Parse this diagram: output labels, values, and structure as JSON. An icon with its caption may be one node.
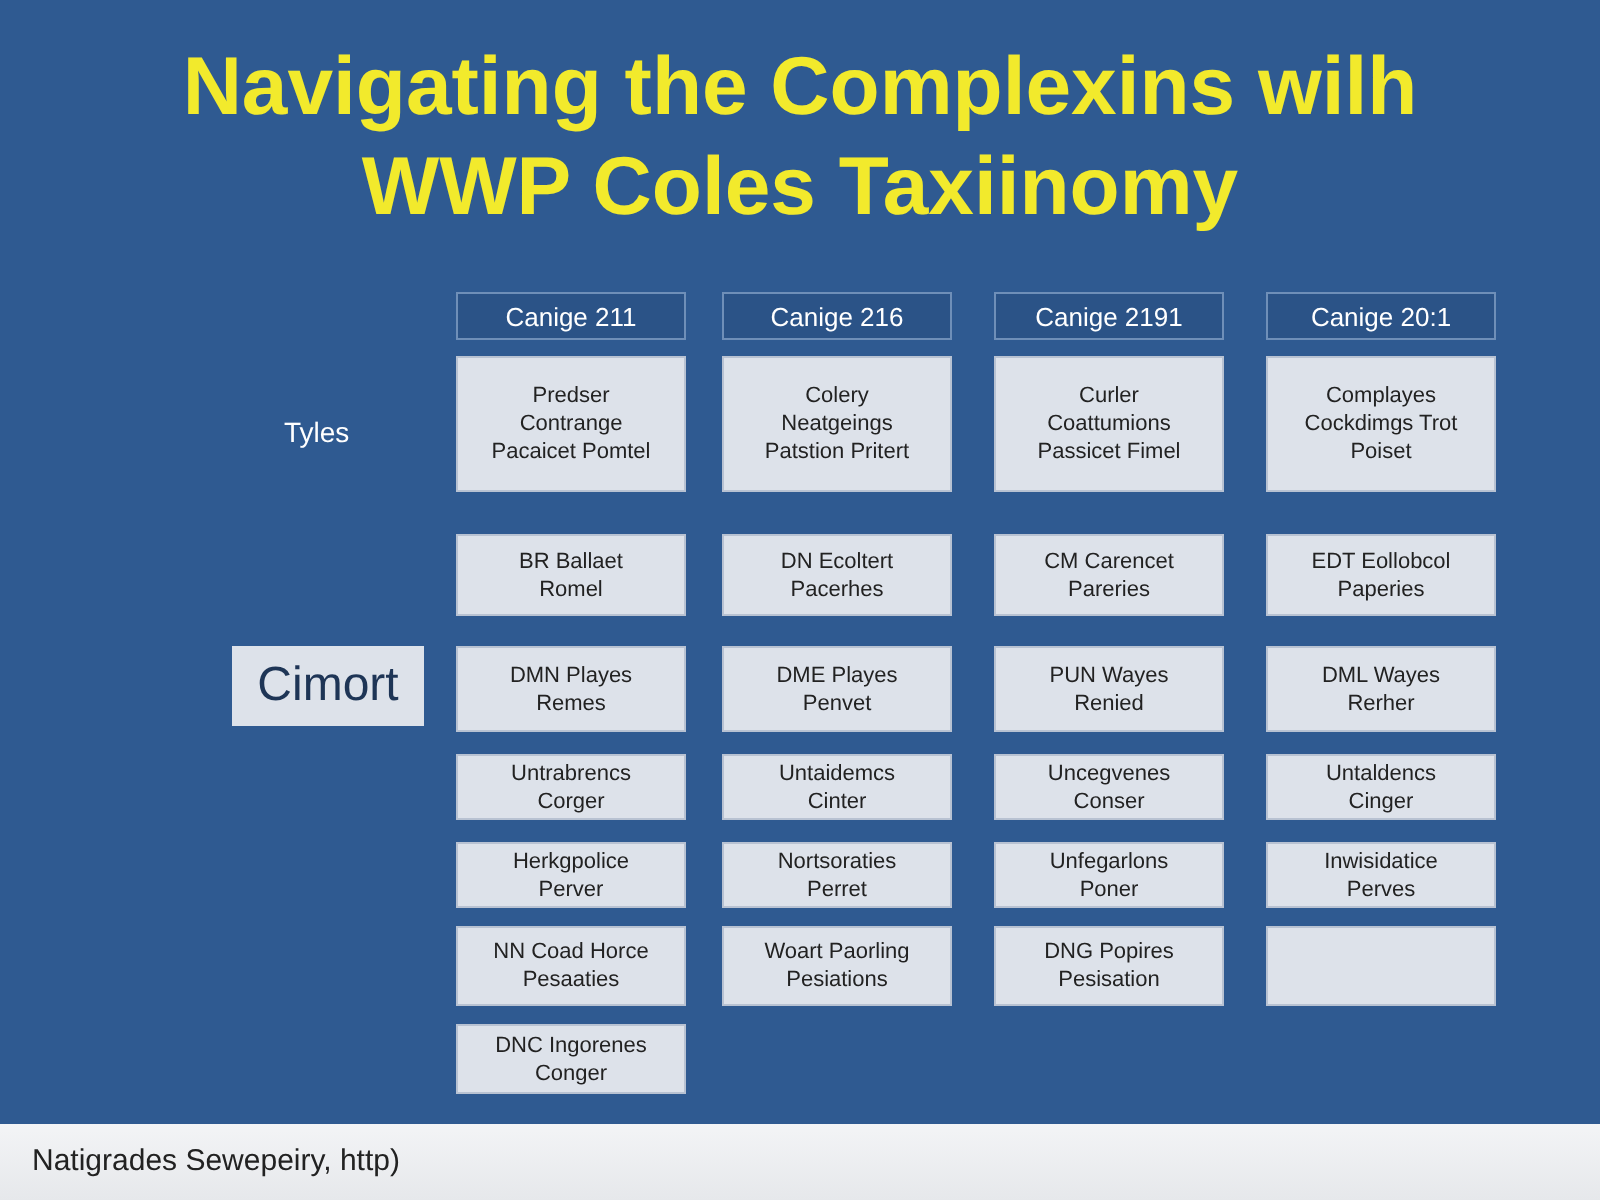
{
  "diagram": {
    "title": "Navigating the Complexins wilh WWP Coles Taxiinomy",
    "nodes": [
      {
        "text": [
          "Canige 211"
        ]
      },
      {
        "text": [
          "Canige 216"
        ]
      },
      {
        "text": [
          "Canige 2191"
        ]
      },
      {
        "text": [
          "Canige 20:1"
        ]
      },
      {
        "text": [
          "Predser Contrange Pacaicet Pomtel"
        ]
      },
      {
        "text": [
          "Colery Neatgeings Patstion Pritert"
        ]
      },
      {
        "text": [
          "Curler Coattumions Passicet Fimel"
        ]
      },
      {
        "text": [
          "Complayes Cockdimgs Trot Poiset"
        ]
      },
      {
        "text": [
          "BR Ballaet Romel"
        ]
      },
      {
        "text": [
          "DN Ecoltert Pacerhes"
        ]
      },
      {
        "text": [
          "CM Carencet Pareries"
        ]
      },
      {
        "text": [
          "EDT Eollobcol Paperies"
        ]
      },
      {
        "text": [
          "Cimort"
        ]
      },
      {
        "text": [
          "DMN Playes Remes"
        ]
      },
      {
        "text": [
          "DME Playes Penvet"
        ]
      },
      {
        "text": [
          "PUN Wayes Renied"
        ]
      },
      {
        "text": [
          "DML Wayes Rerher"
        ]
      },
      {
        "text": [
          "Untrabrencs Corger"
        ]
      },
      {
        "text": [
          "Untaidemcs Cinter"
        ]
      },
      {
        "text": [
          "Uncegvenes Conser"
        ]
      },
      {
        "text": [
          "Untaldencs Cinger"
        ]
      },
      {
        "text": [
          "Herkgpolice Perver"
        ]
      },
      {
        "text": [
          "Nortsoraties Perret"
        ]
      },
      {
        "text": [
          "Unfegarlons Poner"
        ]
      },
      {
        "text": [
          "Inwisidatice Perves"
        ]
      },
      {
        "text": [
          "NN Coad Horce Pesaaties"
        ]
      },
      {
        "text": [
          "Woart Paorling Pesiations"
        ]
      },
      {
        "text": [
          "DNG Popires Pesisation"
        ]
      },
      {
        "text": [],
        "shape": "box"
      },
      {
        "text": [
          "DNC Ingorenes Conger"
        ]
      }
    ],
    "edges": [],
    "labels": [
      "Tyles",
      "Natigrades Sewepeiry, http)"
    ]
  }
}
